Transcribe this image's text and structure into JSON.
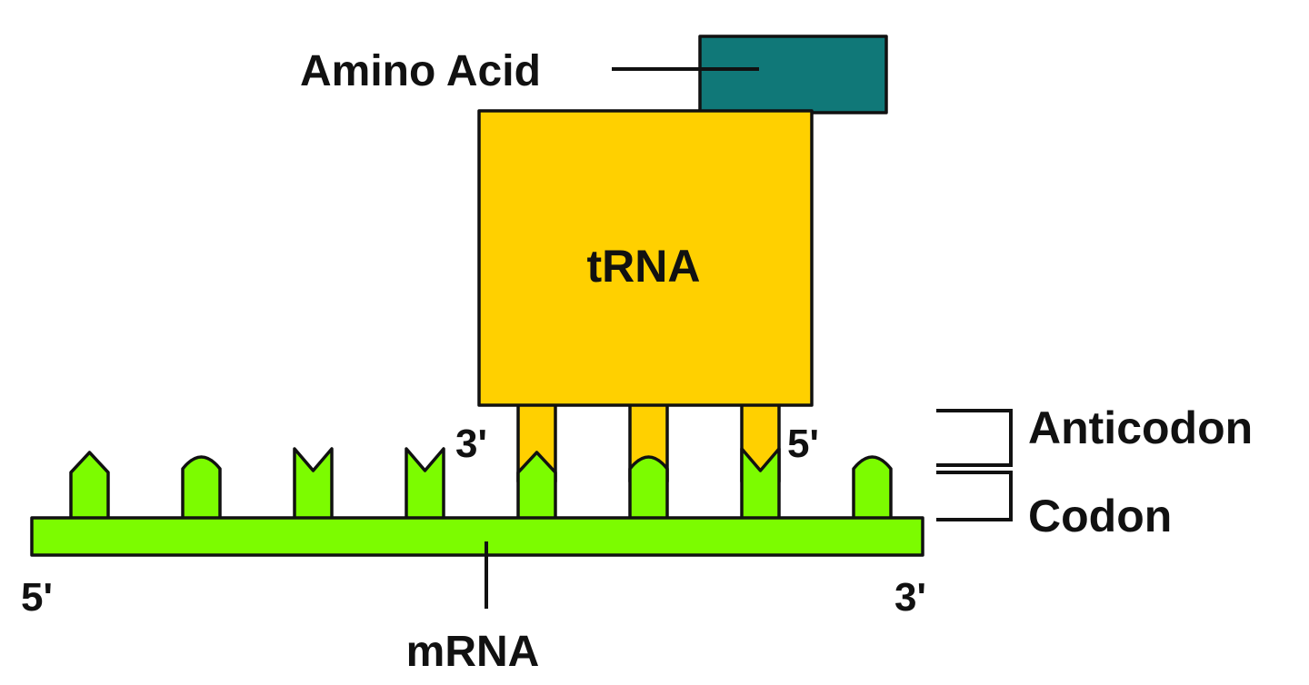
{
  "labels": {
    "amino_acid": "Amino Acid",
    "trna": "tRNA",
    "anticodon": "Anticodon",
    "codon": "Codon",
    "mrna": "mRNA",
    "trna_left_end": "3'",
    "trna_right_end": "5'",
    "mrna_left_end": "5'",
    "mrna_right_end": "3'"
  },
  "colors": {
    "amino_acid": "#107878",
    "trna": "#ffd000",
    "mrna": "#7cfc00",
    "outline": "#111111"
  },
  "mrna_bases": [
    {
      "tip": "point"
    },
    {
      "tip": "round"
    },
    {
      "tip": "notch"
    },
    {
      "tip": "notch"
    },
    {
      "tip": "point"
    },
    {
      "tip": "round"
    },
    {
      "tip": "notch"
    },
    {
      "tip": "round"
    }
  ],
  "anticodon_pairs": [
    {
      "mrna_base": 4
    },
    {
      "mrna_base": 5
    },
    {
      "mrna_base": 6
    }
  ]
}
